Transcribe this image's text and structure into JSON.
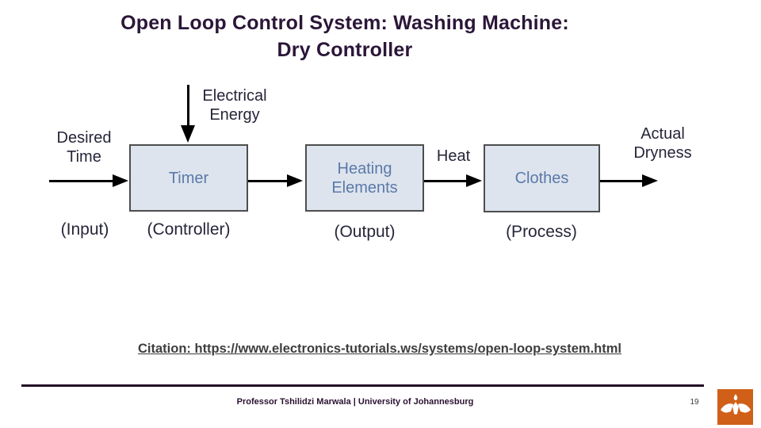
{
  "slide": {
    "title_line1": "Open Loop Control System: Washing Machine:",
    "title_line2": "Dry Controller",
    "page_number": "19"
  },
  "diagram": {
    "blocks": [
      {
        "label": "Timer",
        "sublabel": "(Controller)"
      },
      {
        "label": "Heating\nElements",
        "sublabel": "(Output)"
      },
      {
        "label": "Clothes",
        "sublabel": "(Process)"
      }
    ],
    "input_label": "Desired\nTime",
    "input_sublabel": "(Input)",
    "top_label": "Electrical\nEnergy",
    "mid_label": "Heat",
    "output_label": "Actual\nDryness"
  },
  "citation": {
    "text": "Citation: https://www.electronics-tutorials.ws/systems/open-loop-system.html"
  },
  "footer": {
    "text": "Professor Tshilidzi Marwala | University of Johannesburg"
  },
  "icons": {
    "logo": "uj-emblem-icon"
  },
  "colors": {
    "title": "#2b1638",
    "diagram_text": "#26263a",
    "block_fill": "#dde4ee",
    "block_border": "#4d4d4d",
    "block_label": "#5b79a8",
    "arrow": "#000000",
    "citation": "#3e3e3e",
    "footer_rule": "#230a26",
    "footer_text": "#2b1232",
    "page_number": "#3e3e3e",
    "logo_background": "#d05f17",
    "logo_emblem": "#ffffff"
  }
}
